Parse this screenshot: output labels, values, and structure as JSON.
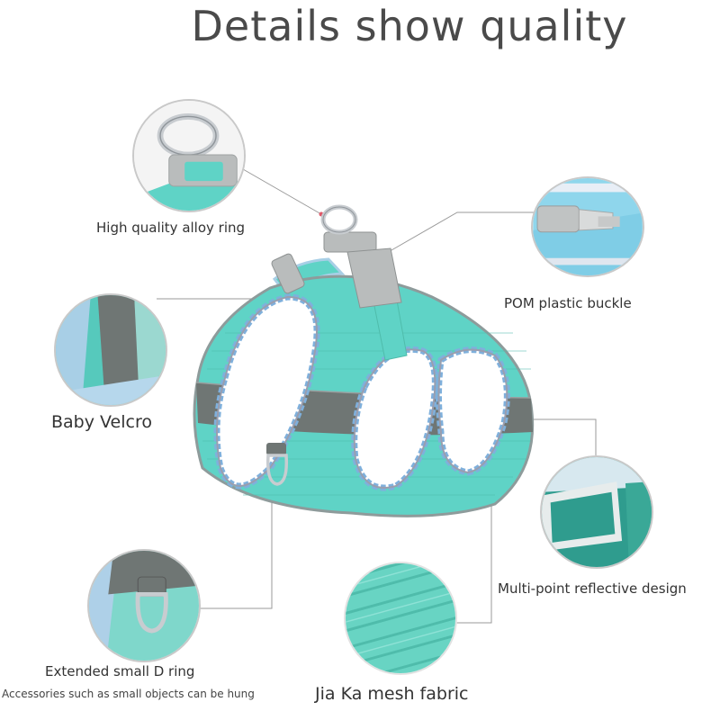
{
  "title": "Details show quality",
  "labels": {
    "alloy_ring": "High quality alloy ring",
    "buckle": "POM plastic buckle",
    "velcro": "Baby Velcro",
    "reflective": "Multi-point reflective design",
    "d_ring": "Extended small D ring",
    "d_ring_note": "Accessories such as small objects can be hung",
    "mesh": "Jia Ka mesh fabric"
  },
  "colors": {
    "mint": "#5fd3c6",
    "mint_dark": "#3fb3a6",
    "reflective_gray": "#6f7674",
    "buckle_gray": "#b9bcbc",
    "trim_blue": "#6fa8d8",
    "metal": "#c8ccd0"
  }
}
